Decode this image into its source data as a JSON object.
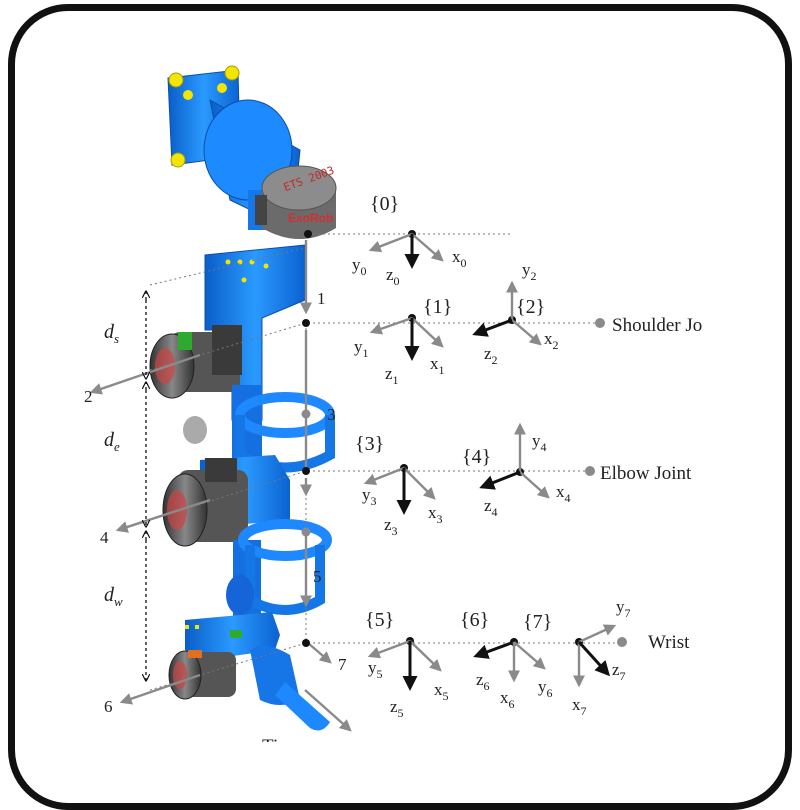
{
  "frames": {
    "f0": "{0}",
    "f1": "{1}",
    "f2": "{2}",
    "f3": "{3}",
    "f4": "{4}",
    "f5": "{5}",
    "f6": "{6}",
    "f7": "{7}"
  },
  "axes": {
    "x0": "x",
    "y0": "y",
    "z0": "z",
    "x1": "x",
    "y1": "y",
    "z1": "z",
    "x2": "x",
    "y2": "y",
    "z2": "z",
    "x3": "x",
    "y3": "y",
    "z3": "z",
    "x4": "x",
    "y4": "y",
    "z4": "z",
    "x5": "x",
    "y5": "y",
    "z5": "z",
    "x6": "x",
    "y6": "y",
    "z6": "z",
    "x7": "x",
    "y7": "y",
    "z7": "z",
    "s0": "0",
    "s1": "1",
    "s2": "2",
    "s3": "3",
    "s4": "4",
    "s5": "5",
    "s6": "6",
    "s7": "7"
  },
  "joints": {
    "shoulder": "Shoulder Jo",
    "elbow": "Elbow Joint",
    "wrist": "Wrist",
    "tip": "Tip"
  },
  "link_numbers": [
    "1",
    "2",
    "3",
    "4",
    "5",
    "6",
    "7"
  ],
  "dims": {
    "ds": "d",
    "ds_sub": "s",
    "de": "d",
    "de_sub": "e",
    "dw": "d",
    "dw_sub": "w"
  },
  "robot_text": {
    "brand": "ExoRob",
    "logo": "ETS 2003"
  },
  "colors": {
    "robot": "#1e90ff",
    "robot_dark": "#0a5ec8",
    "bolt": "#f2e600",
    "motor": "#4a4a4a",
    "frame": "#111111"
  }
}
